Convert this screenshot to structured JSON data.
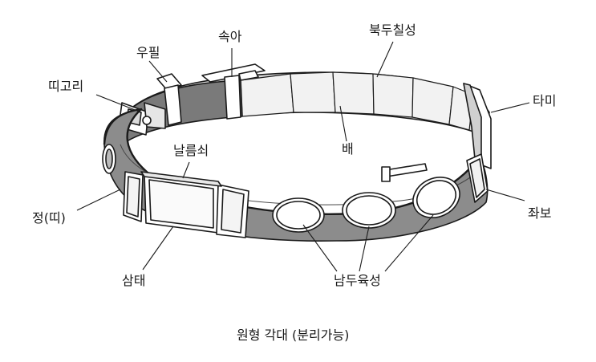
{
  "labels": {
    "ttigori": "띠고리",
    "upil": "우필",
    "soga": "속아",
    "bukduchilseong": "북두칠성",
    "tami": "타미",
    "nalleumsoe": "날름쇠",
    "bae": "배",
    "jeong": "정(띠)",
    "jwabo": "좌보",
    "samtae": "삼태",
    "namduyukseong": "남두육성"
  },
  "caption": "원형 각대 (분리가능)",
  "colors": {
    "outline": "#1a1a1a",
    "band_outer": "#8a8a8a",
    "band_inner": "#d9d9d9",
    "plate_fill": "#ffffff"
  }
}
